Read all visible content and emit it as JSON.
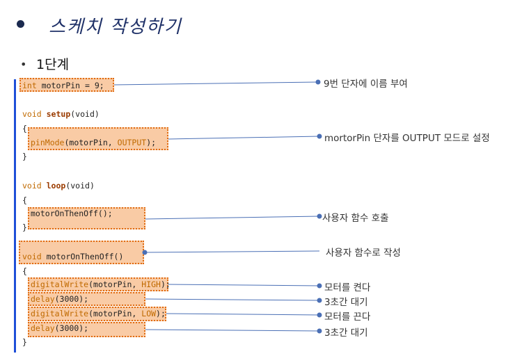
{
  "title": "스케치 작성하기",
  "step": "1단계",
  "code": {
    "l1": {
      "pre": "int",
      "rest": " motorPin = 9;"
    },
    "setup": {
      "pre": "void ",
      "fn": "setup",
      "post": "(void)"
    },
    "open": "{",
    "close": "}",
    "pinmode": {
      "fn": "pinMode",
      "args": "(motorPin, ",
      "kw": "OUTPUT",
      "end": ");"
    },
    "loop": {
      "pre": "void ",
      "fn": "loop",
      "post": "(void)"
    },
    "call": "motorOnThenOff();",
    "def": {
      "pre": "void",
      "rest": " motorOnThenOff()"
    },
    "dw1": {
      "fn": "digitalWrite",
      "args": "(motorPin, ",
      "kw": "HIGH",
      "end": ");"
    },
    "d1": {
      "fn": "delay",
      "rest": "(3000);"
    },
    "dw2": {
      "fn": "digitalWrite",
      "args": "(motorPin, ",
      "kw": "LOW",
      "end": ");"
    },
    "d2": {
      "fn": "delay",
      "rest": "(3000);"
    }
  },
  "notes": {
    "n1": "9번 단자에 이름 부여",
    "n2": "mortorPin 단자를 OUTPUT 모드로  설정",
    "n3": "사용자 함수 호출",
    "n4": "사용자 함수로 작성",
    "n5": "모터를 켠다",
    "n6": "3초간 대기",
    "n7": "모터를 끈다",
    "n8": "3초간 대기"
  }
}
